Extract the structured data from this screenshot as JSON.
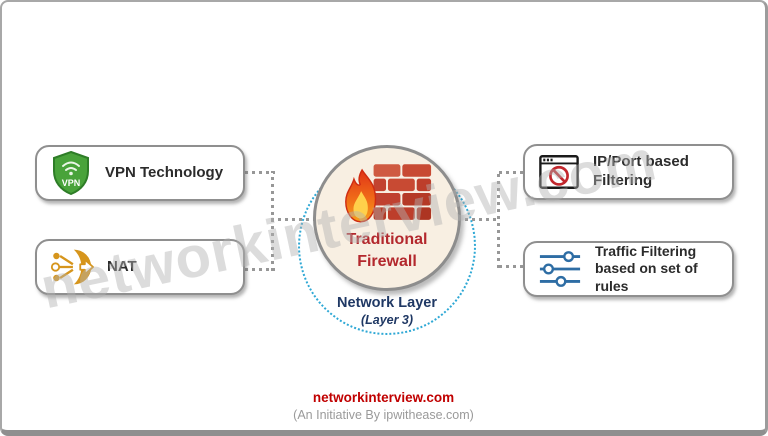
{
  "diagram": {
    "watermark": "networkinterview.com",
    "center": {
      "title_line1": "Traditional",
      "title_line2": "Firewall",
      "layer_label": "Network Layer",
      "layer_sublabel": "(Layer 3)",
      "icon": "firewall-brick-flame-icon"
    },
    "left_nodes": [
      {
        "label": "VPN Technology",
        "icon": "vpn-shield-icon"
      },
      {
        "label": "NAT",
        "icon": "nat-translation-icon"
      }
    ],
    "right_nodes": [
      {
        "label_line1": "IP/Port based",
        "label_line2": "Filtering",
        "icon": "blocked-site-icon"
      },
      {
        "label_line1": "Traffic Filtering",
        "label_line2": "based on set of rules",
        "icon": "filter-sliders-icon"
      }
    ],
    "footer": {
      "site": "networkinterview.com",
      "tagline": "(An Initiative By ipwithease.com)"
    },
    "colors": {
      "title_red": "#b3282d",
      "layer_navy": "#1f3864",
      "footer_red": "#c00000",
      "shield_green": "#49a33a",
      "nat_gold": "#d6951c",
      "slider_blue": "#2e6da4",
      "block_red": "#c2272d",
      "brick_red": "#c0432f",
      "circle_fill": "#f8efe2",
      "connector_gray": "#979797",
      "dotted_circle_blue": "#2ea8d5"
    }
  }
}
